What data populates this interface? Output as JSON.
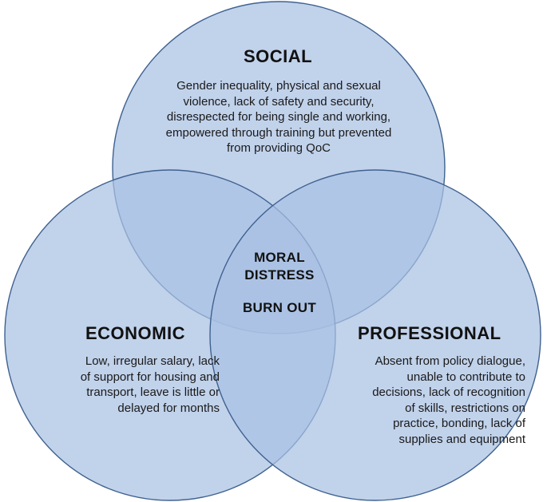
{
  "colors": {
    "circle_fill": "#a9c1e3",
    "circle_stroke": "#3f6290",
    "text": "#1a1a1a"
  },
  "social": {
    "title": "SOCIAL",
    "lines": [
      "Gender inequality, physical and sexual",
      "violence, lack of safety and security,",
      "disrespected for being single and working,",
      "empowered through training but prevented",
      "from providing QoC"
    ]
  },
  "economic": {
    "title": "ECONOMIC",
    "lines": [
      "Low, irregular salary, lack",
      "of support for housing and",
      "transport, leave is little or",
      "delayed for months"
    ]
  },
  "professional": {
    "title": "PROFESSIONAL",
    "lines": [
      "Absent from policy dialogue,",
      "unable to contribute to",
      "decisions, lack of recognition",
      "of skills, restrictions on",
      "practice, bonding, lack of",
      "supplies and equipment"
    ]
  },
  "center": {
    "line1": "MORAL",
    "line2": "DISTRESS",
    "line3": "BURN OUT"
  }
}
